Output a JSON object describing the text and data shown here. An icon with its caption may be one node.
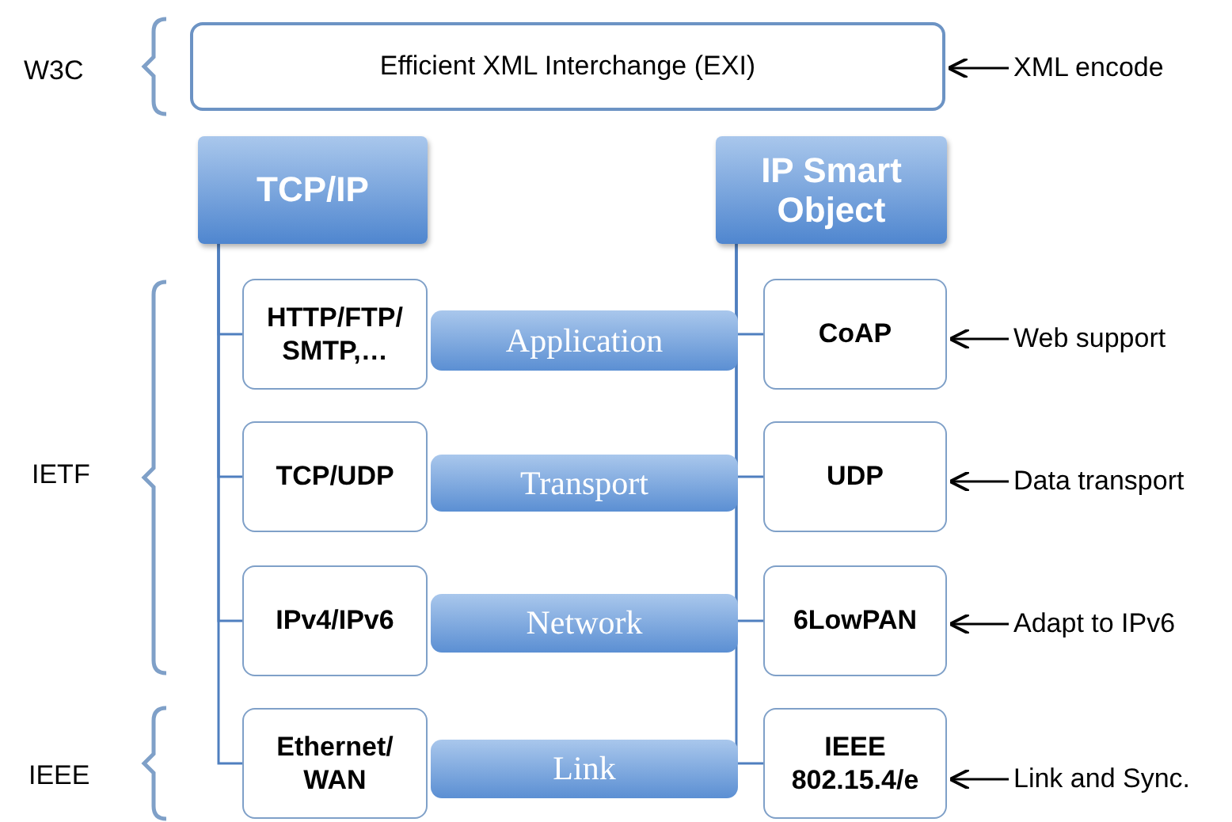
{
  "diagram": {
    "nodes": [
      {
        "text": [
          "Efficient XML Interchange (EXI)"
        ]
      },
      {
        "text": [
          "TCP/IP"
        ]
      },
      {
        "text": [
          "IP Smart Object"
        ]
      },
      {
        "text": [
          "HTTP/FTP/ SMTP,…"
        ]
      },
      {
        "text": [
          "Application"
        ]
      },
      {
        "text": [
          "CoAP"
        ]
      },
      {
        "text": [
          "TCP/UDP"
        ]
      },
      {
        "text": [
          "Transport"
        ]
      },
      {
        "text": [
          "UDP"
        ]
      },
      {
        "text": [
          "IPv4/IPv6"
        ]
      },
      {
        "text": [
          "Network"
        ]
      },
      {
        "text": [
          "6LowPAN"
        ]
      },
      {
        "text": [
          "Ethernet/ WAN"
        ]
      },
      {
        "text": [
          "Link"
        ]
      },
      {
        "text": [
          "IEEE 802.15.4/e"
        ]
      },
      {
        "text": [
          "XML encode"
        ]
      },
      {
        "text": [
          "Web support"
        ]
      },
      {
        "text": [
          "Data transport"
        ]
      },
      {
        "text": [
          "Adapt to IPv6"
        ]
      },
      {
        "text": [
          "Link and Sync."
        ]
      }
    ],
    "edges": [
      {
        "from": 15,
        "to": 0,
        "arrow": "to",
        "color": "#000000"
      },
      {
        "from": 1,
        "to": 3,
        "arrow": "none"
      },
      {
        "from": 1,
        "to": 6,
        "arrow": "none"
      },
      {
        "from": 1,
        "to": 9,
        "arrow": "none"
      },
      {
        "from": 1,
        "to": 12,
        "arrow": "none"
      },
      {
        "from": 2,
        "to": 5,
        "arrow": "none"
      },
      {
        "from": 2,
        "to": 8,
        "arrow": "none"
      },
      {
        "from": 2,
        "to": 11,
        "arrow": "none"
      },
      {
        "from": 2,
        "to": 14,
        "arrow": "none"
      },
      {
        "from": 16,
        "to": 5,
        "arrow": "to",
        "color": "#000000"
      },
      {
        "from": 17,
        "to": 8,
        "arrow": "to",
        "color": "#000000"
      },
      {
        "from": 18,
        "to": 11,
        "arrow": "to",
        "color": "#000000"
      },
      {
        "from": 19,
        "to": 14,
        "arrow": "to",
        "color": "#000000"
      }
    ],
    "labels": [
      "W3C",
      "IETF",
      "IEEE"
    ]
  }
}
